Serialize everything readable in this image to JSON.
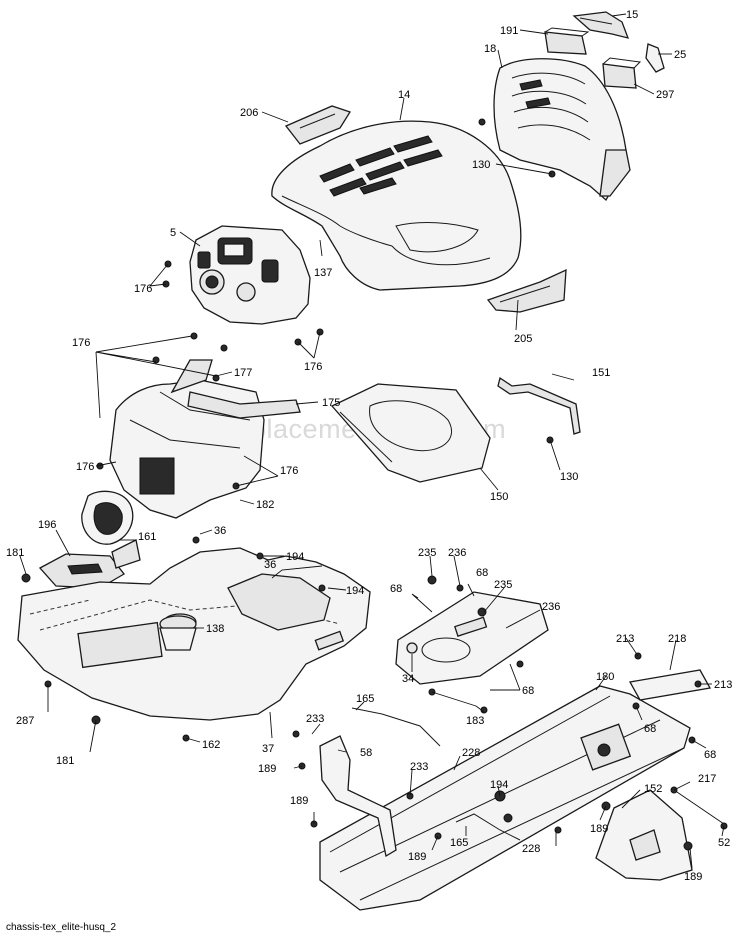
{
  "watermark": "eReplacementParts.com",
  "footer": "chassis-tex_elite-husq_2",
  "callouts": [
    {
      "id": "c15",
      "text": "15"
    },
    {
      "id": "c191",
      "text": "191"
    },
    {
      "id": "c18",
      "text": "18"
    },
    {
      "id": "c25",
      "text": "25"
    },
    {
      "id": "c297",
      "text": "297"
    },
    {
      "id": "c14",
      "text": "14"
    },
    {
      "id": "c206",
      "text": "206"
    },
    {
      "id": "c130a",
      "text": "130"
    },
    {
      "id": "c5",
      "text": "5"
    },
    {
      "id": "c137",
      "text": "137"
    },
    {
      "id": "c176a",
      "text": "176"
    },
    {
      "id": "c205",
      "text": "205"
    },
    {
      "id": "c176b",
      "text": "176"
    },
    {
      "id": "c176c",
      "text": "176"
    },
    {
      "id": "c177",
      "text": "177"
    },
    {
      "id": "c151",
      "text": "151"
    },
    {
      "id": "c175",
      "text": "175"
    },
    {
      "id": "c176d",
      "text": "176"
    },
    {
      "id": "c176e",
      "text": "176"
    },
    {
      "id": "c130b",
      "text": "130"
    },
    {
      "id": "c150",
      "text": "150"
    },
    {
      "id": "c182",
      "text": "182"
    },
    {
      "id": "c196",
      "text": "196"
    },
    {
      "id": "c161",
      "text": "161"
    },
    {
      "id": "c36a",
      "text": "36"
    },
    {
      "id": "c181a",
      "text": "181"
    },
    {
      "id": "c194a",
      "text": "194"
    },
    {
      "id": "c36b",
      "text": "36"
    },
    {
      "id": "c235a",
      "text": "235"
    },
    {
      "id": "c236a",
      "text": "236"
    },
    {
      "id": "c68a",
      "text": "68"
    },
    {
      "id": "c194b",
      "text": "194"
    },
    {
      "id": "c68b",
      "text": "68"
    },
    {
      "id": "c235b",
      "text": "235"
    },
    {
      "id": "c236b",
      "text": "236"
    },
    {
      "id": "c138",
      "text": "138"
    },
    {
      "id": "c34",
      "text": "34"
    },
    {
      "id": "c213a",
      "text": "213"
    },
    {
      "id": "c218",
      "text": "218"
    },
    {
      "id": "c180",
      "text": "180"
    },
    {
      "id": "c213b",
      "text": "213"
    },
    {
      "id": "c68c",
      "text": "68"
    },
    {
      "id": "c165a",
      "text": "165"
    },
    {
      "id": "c183",
      "text": "183"
    },
    {
      "id": "c287",
      "text": "287"
    },
    {
      "id": "c162",
      "text": "162"
    },
    {
      "id": "c68d",
      "text": "68"
    },
    {
      "id": "c68e",
      "text": "68"
    },
    {
      "id": "c233a",
      "text": "233"
    },
    {
      "id": "c58",
      "text": "58"
    },
    {
      "id": "c228a",
      "text": "228"
    },
    {
      "id": "c181b",
      "text": "181"
    },
    {
      "id": "c37",
      "text": "37"
    },
    {
      "id": "c189a",
      "text": "189"
    },
    {
      "id": "c233b",
      "text": "233"
    },
    {
      "id": "c217",
      "text": "217"
    },
    {
      "id": "c194c",
      "text": "194"
    },
    {
      "id": "c152",
      "text": "152"
    },
    {
      "id": "c189b",
      "text": "189"
    },
    {
      "id": "c189c",
      "text": "189"
    },
    {
      "id": "c165b",
      "text": "165"
    },
    {
      "id": "c189d",
      "text": "189"
    },
    {
      "id": "c228b",
      "text": "228"
    },
    {
      "id": "c52",
      "text": "52"
    },
    {
      "id": "c189e",
      "text": "189"
    }
  ]
}
